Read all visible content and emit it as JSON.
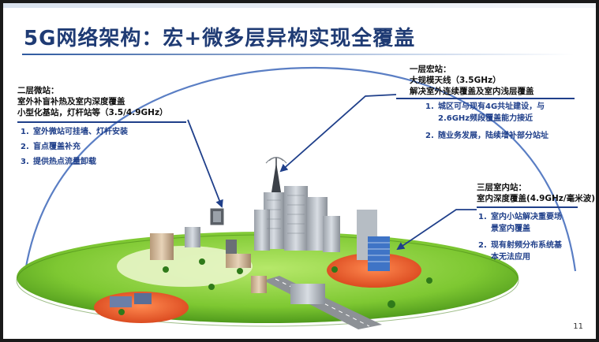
{
  "title": "5G网络架构：宏+微多层异构实现全覆盖",
  "micro": {
    "heading": "二层微站：",
    "line1": "室外补盲补热及室内深度覆盖",
    "line2": "小型化基站，灯杆站等（3.5/4.9GHz）",
    "items": [
      {
        "num": "1.",
        "text": "室外微站可挂墙、灯杆安装"
      },
      {
        "num": "2.",
        "text": "盲点覆盖补充"
      },
      {
        "num": "3.",
        "text": "提供热点流量卸载"
      }
    ]
  },
  "macro": {
    "heading": "一层宏站：",
    "line1": "大规模天线（3.5GHz）",
    "line2": "解决室外连续覆盖及室内浅层覆盖",
    "items": [
      {
        "num": "1.",
        "text": "城区可与现有4G共址建设，与",
        "text2": "2.6GHz频段覆盖能力接近"
      },
      {
        "num": "2.",
        "text": "随业务发展，陆续增补部分站址"
      }
    ]
  },
  "indoor": {
    "heading": "三层室内站：",
    "line1": "室内深度覆盖(4.9GHz/毫米波)",
    "items": [
      {
        "num": "1.",
        "text": "室内小站解决重要场",
        "text2": "景室内覆盖"
      },
      {
        "num": "2.",
        "text": "现有射频分布系统基",
        "text2": "本无法应用"
      }
    ]
  },
  "page_number": "11",
  "colors": {
    "title": "#1f3b74",
    "list_text": "#1f3f8a",
    "dome": "#5a7ec4",
    "ground": "#7ec832",
    "indoor_zone": "#e85a2a"
  }
}
